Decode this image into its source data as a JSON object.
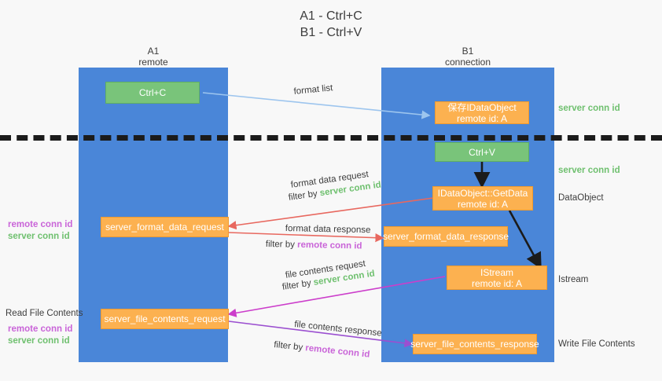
{
  "title": {
    "line1": "A1 - Ctrl+C",
    "line2": "B1 - Ctrl+V"
  },
  "lanes": [
    {
      "id": "a1",
      "name": "A1",
      "subtitle": "remote"
    },
    {
      "id": "b1",
      "name": "B1",
      "subtitle": "connection"
    }
  ],
  "nodes": {
    "ctrl_c": {
      "label": "Ctrl+C",
      "kind": "green"
    },
    "ctrl_v": {
      "label": "Ctrl+V",
      "kind": "green"
    },
    "save_idataobject": {
      "line1": "保存IDataObject",
      "line2": "remote id: A",
      "kind": "orange"
    },
    "getdata": {
      "line1": "IDataObject::GetData",
      "line2": "remote id: A",
      "kind": "orange"
    },
    "istream": {
      "line1": "IStream",
      "line2": "remote id: A",
      "kind": "orange"
    },
    "server_format_data_request": {
      "label": "server_format_data_request",
      "kind": "orange"
    },
    "server_format_data_response": {
      "label": "server_format_data_response",
      "kind": "orange"
    },
    "server_file_contents_request": {
      "label": "server_file_contents_request",
      "kind": "orange"
    },
    "server_file_contents_response": {
      "label": "server_file_contents_response",
      "kind": "orange"
    }
  },
  "edges": {
    "format_list": "format list",
    "format_data_request": "format data request",
    "format_data_request_filter_prefix": "filter by ",
    "format_data_request_filter_value": "server conn id",
    "format_data_response": "format data response",
    "format_data_response_filter_prefix": "filter by ",
    "format_data_response_filter_value": "remote conn id",
    "file_contents_request": "file contents request",
    "file_contents_request_filter_prefix": "filter by ",
    "file_contents_request_filter_value": "server conn id",
    "file_contents_response": "file contents response",
    "file_contents_response_filter_prefix": "filter by ",
    "file_contents_response_filter_value": "remote conn id"
  },
  "right_labels": {
    "server_conn_id_top": "server conn id",
    "server_conn_id_mid": "server conn id",
    "dataobject": "DataObject",
    "istream": "Istream",
    "write_file_contents": "Write File Contents"
  },
  "left_labels": {
    "remote_conn_id_1": "remote conn id",
    "server_conn_id_1": "server conn id",
    "read_file_contents": "Read File Contents",
    "remote_conn_id_2": "remote conn id",
    "server_conn_id_2": "server conn id"
  },
  "colors": {
    "lane": "#4a86d8",
    "orange": "#fcb150",
    "green": "#79c47a",
    "server_conn_id": "#6fc06f",
    "remote_conn_id": "#c964d8",
    "arrow_blue": "#9dc5ee",
    "arrow_red": "#e8685f",
    "arrow_magenta": "#cc3ecb",
    "arrow_purple": "#9b4fd0",
    "arrow_black": "#1b1b1b",
    "background": "#f8f8f8"
  }
}
